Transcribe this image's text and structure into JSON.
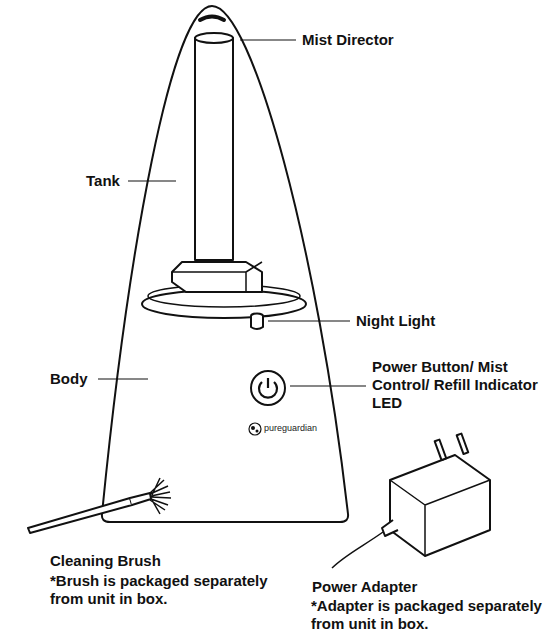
{
  "diagram": {
    "labels": [
      "Mist Director",
      "Tank",
      "Night Light",
      "Body",
      "Power Button/ Mist Control/ Refill Indicator LED",
      "pureguardian",
      "Cleaning Brush",
      "*Brush is packaged separately from unit in box.",
      "Power Adapter",
      "*Adapter is packaged separately from unit in box."
    ]
  }
}
